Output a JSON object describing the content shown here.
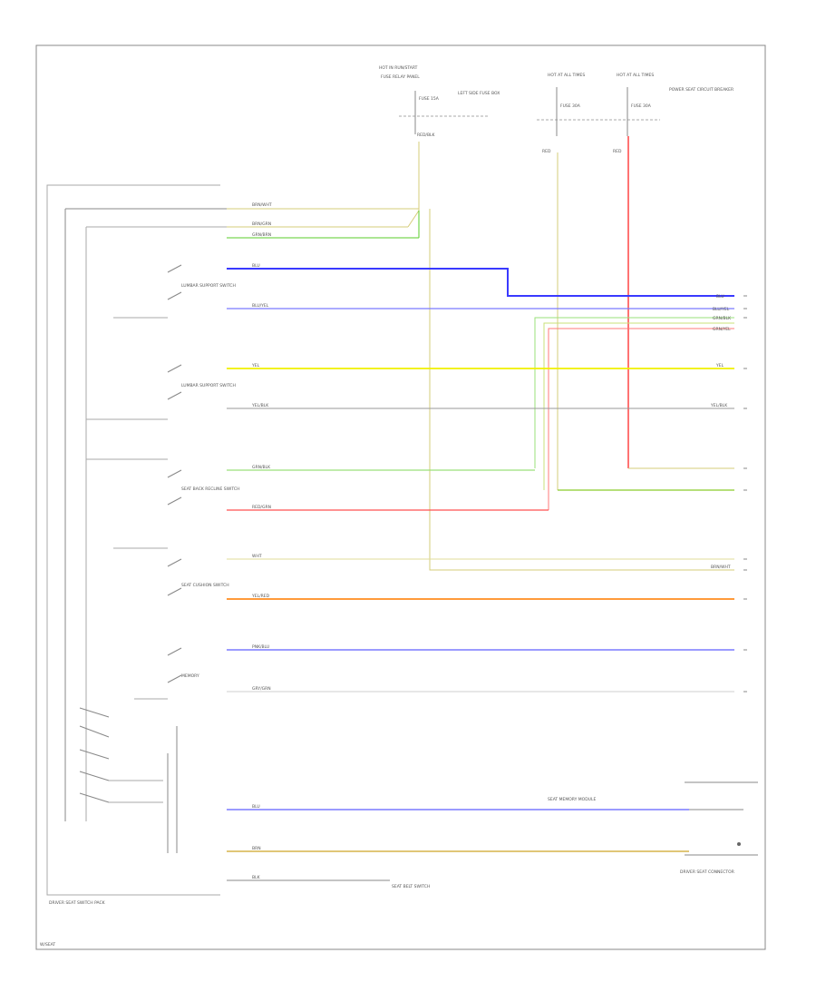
{
  "frame": {
    "footer_label": "DRIVER SEAT SWITCH PACK",
    "corner_label": "W/SEAT"
  },
  "fuses": {
    "left": {
      "header": "HOT IN RUN/START",
      "sub": "FUSE RELAY PANEL",
      "fuse": "FUSE 15A",
      "desc": "LEFT SIDE FUSE BOX",
      "wire": "RED/BLK"
    },
    "mid": {
      "header": "HOT AT ALL TIMES",
      "fuse": "FUSE 30A",
      "wire": "RED"
    },
    "right": {
      "header": "HOT AT ALL TIMES",
      "fuse": "FUSE 30A",
      "desc": "POWER SEAT CIRCUIT BREAKER",
      "wire": "RED"
    }
  },
  "switches": [
    {
      "label": "LUMBAR SUPPORT SWITCH"
    },
    {
      "label": "LUMBAR SUPPORT SWITCH"
    },
    {
      "label": "SEAT BACK RECLINE SWITCH"
    },
    {
      "label": "SEAT CUSHION SWITCH"
    },
    {
      "label": "MEMORY"
    }
  ],
  "wires": [
    {
      "color": "BRN/WHT"
    },
    {
      "color": "BRN/GRN"
    },
    {
      "color": "GRN/BRN"
    },
    {
      "color": "BLU"
    },
    {
      "color": "BLU/YEL"
    },
    {
      "color": "GRN/BLK"
    },
    {
      "color": "GRN/YEL"
    },
    {
      "color": "YEL"
    },
    {
      "color": "YEL/BLK"
    },
    {
      "color": "GRN/BLK"
    },
    {
      "color": "RED/GRN"
    },
    {
      "color": "WHT"
    },
    {
      "color": "BRN/WHT"
    },
    {
      "color": "YEL/RED"
    },
    {
      "color": "PNK/BLU"
    },
    {
      "color": "GRY/GRN"
    },
    {
      "color": "BLU"
    },
    {
      "color": "BRN"
    }
  ],
  "bottom": {
    "ground_label": "BLK",
    "ground_desc": "SEAT BELT SWITCH",
    "connector_desc": "DRIVER SEAT CONNECTOR",
    "module_label": "SEAT MEMORY MODULE"
  },
  "colors": {
    "frame": "#888888",
    "blue": "#3a3aff",
    "yellow": "#f0f000",
    "red": "#ff5050",
    "orange": "#ff9a3a",
    "green": "#5acc2a",
    "tan": "#d6cc7a",
    "gray": "#9a9a9a"
  }
}
